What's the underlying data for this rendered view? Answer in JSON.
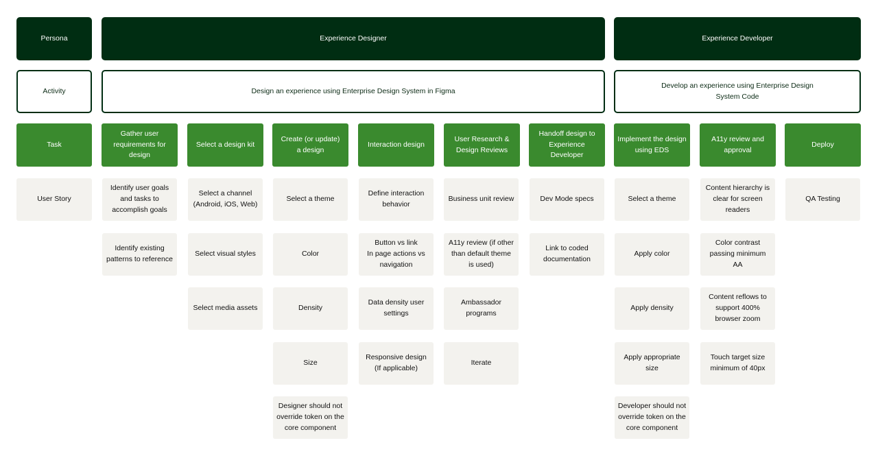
{
  "persona_row": {
    "label": "Persona",
    "designer": "Experience Designer",
    "developer": "Experience Developer"
  },
  "activity_row": {
    "label": "Activity",
    "designer": "Design an experience using Enterprise Design System in Figma",
    "developer": "Develop an experience using Enterprise Design System Code"
  },
  "task_row": {
    "label": "Task",
    "tasks": [
      "Gather user requirements for design",
      "Select a design kit",
      "Create (or update) a design",
      "Interaction design",
      "User Research & Design Reviews",
      "Handoff design to Experience Developer",
      "Implement the design using EDS",
      "A11y review and approval",
      "Deploy"
    ]
  },
  "story_column": {
    "label": "User Story"
  },
  "columns": [
    {
      "items": [
        "Identify user goals and tasks to accomplish goals",
        "Identify existing patterns to reference"
      ]
    },
    {
      "items": [
        "Select a channel (Android, iOS, Web)",
        "Select visual styles",
        "Select media assets"
      ]
    },
    {
      "items": [
        "Select a theme",
        "Color",
        "Density",
        "Size",
        "Designer should not override token on the core component"
      ]
    },
    {
      "items": [
        "Define interaction behavior",
        "Button vs link\nIn page actions vs navigation",
        "Data density user settings",
        "Responsive design (If applicable)"
      ]
    },
    {
      "items": [
        "Business unit review",
        "A11y review (if other than default theme is used)",
        "Ambassador programs",
        "Iterate"
      ]
    },
    {
      "items": [
        "Dev Mode specs",
        "Link to coded documentation"
      ]
    },
    {
      "items": [
        "Select a theme",
        "Apply color",
        "Apply density",
        "Apply appropriate size",
        "Developer should not override token on the core component"
      ]
    },
    {
      "items": [
        "Content hierarchy is clear for screen readers",
        "Color contrast passing minimum AA",
        "Content reflows to support 400% browser zoom",
        "Touch target size minimum of 40px"
      ]
    },
    {
      "items": [
        "QA Testing"
      ]
    }
  ]
}
